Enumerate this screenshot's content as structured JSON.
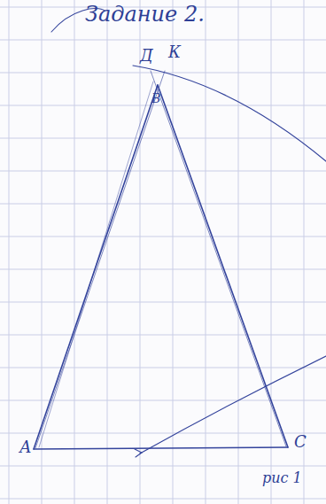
{
  "diagram": {
    "title": "Задание 2.",
    "caption": "рис 1",
    "labels": [
      "Д",
      "К",
      "В",
      "А",
      "С"
    ]
  }
}
